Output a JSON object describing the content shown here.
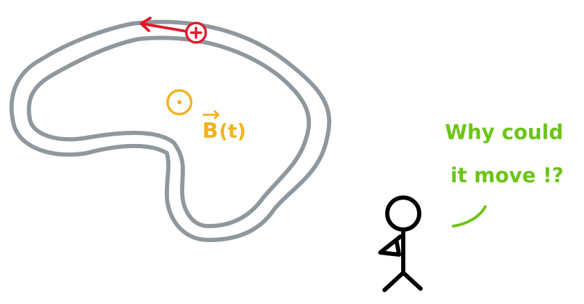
{
  "diagram": {
    "field_label": "B",
    "field_argument": "(t)",
    "caption_line1": "Why could",
    "caption_line2": "it move !?"
  },
  "colors": {
    "background": "#ffffff",
    "loop": "#8e989e",
    "charge": "#e0192c",
    "field": "#f2b21b",
    "caption": "#6cc417",
    "figure": "#000000"
  },
  "icons": {
    "charge": "positive-charge-icon",
    "field": "out-of-page-field-icon",
    "figure": "stick-figure-icon"
  }
}
